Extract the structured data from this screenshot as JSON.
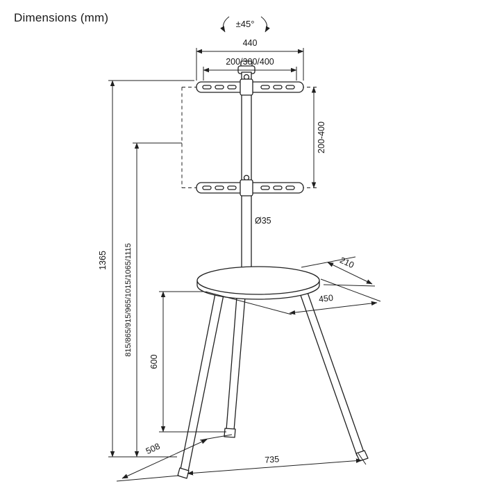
{
  "title": "Dimensions (mm)",
  "labels": {
    "swivel": "±45°",
    "bracket_width": "440",
    "vesa_width": "200/300/400",
    "vesa_height": "200-400",
    "overall_height": "1365",
    "column_heights": "815/865/915/965/1015/1065/1115",
    "pole_diameter": "Ø35",
    "shelf_depth": "210",
    "shelf_width": "450",
    "shelf_height": "600",
    "base_depth": "508",
    "base_width": "735"
  }
}
